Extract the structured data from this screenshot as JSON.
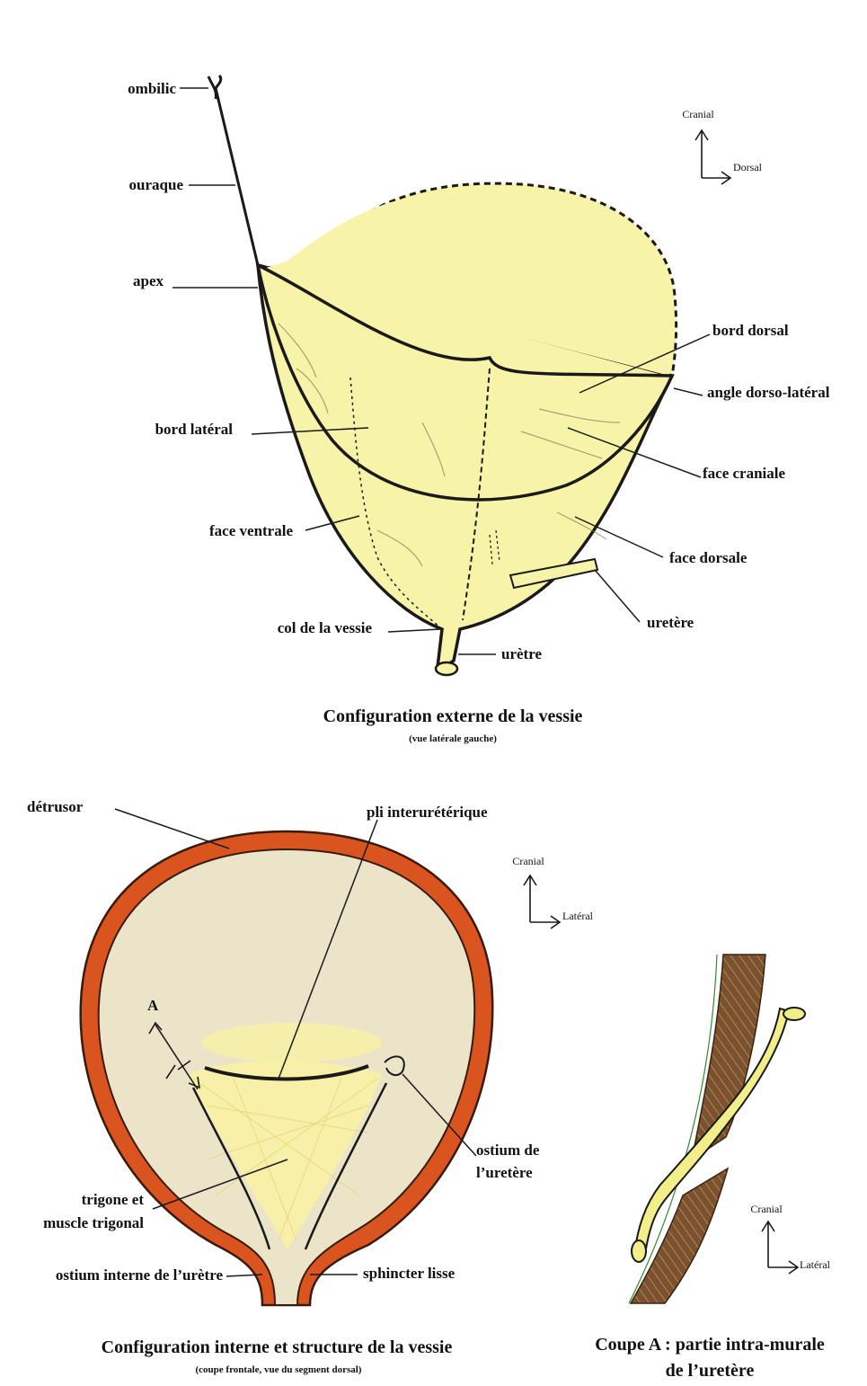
{
  "colors": {
    "bladder_fill": "#f7f3a8",
    "outline": "#1a1a1a",
    "detrusor": "#d9541e",
    "interior": "#ebe4c8",
    "trigone": "#fbf3a0",
    "muscle_wall": "#7a5230",
    "ureter": "#f2ee8a"
  },
  "figure1": {
    "labels": {
      "ombilic": "ombilic",
      "ouraque": "ouraque",
      "apex": "apex",
      "bord_lateral": "bord latéral",
      "face_ventrale": "face ventrale",
      "col_vessie": "col de la vessie",
      "uretre": "urètre",
      "uretere": "uretère",
      "face_dorsale": "face dorsale",
      "face_craniale": "face craniale",
      "angle_dorso_lateral": "angle dorso-latéral",
      "bord_dorsal": "bord dorsal"
    },
    "orientation": {
      "up": "Cranial",
      "right": "Dorsal"
    },
    "title": "Configuration externe de la vessie",
    "subtitle": "(vue latérale gauche)"
  },
  "figure2": {
    "labels": {
      "detrusor": "détrusor",
      "pli": "pli interurétérique",
      "section_marker": "A",
      "ostium_uretere_1": "ostium de",
      "ostium_uretere_2": "l’uretère",
      "trigone_1": "trigone et",
      "trigone_2": "muscle trigonal",
      "ostium_interne": "ostium interne de l’urètre",
      "sphincter": "sphincter lisse"
    },
    "orientation": {
      "up": "Cranial",
      "right": "Latéral"
    },
    "title": "Configuration interne et structure de la vessie",
    "subtitle": "(coupe frontale, vue du segment dorsal)"
  },
  "figure3": {
    "orientation": {
      "up": "Cranial",
      "right": "Latéral"
    },
    "title_line1": "Coupe A : partie intra-murale",
    "title_line2": "de l’uretère"
  }
}
